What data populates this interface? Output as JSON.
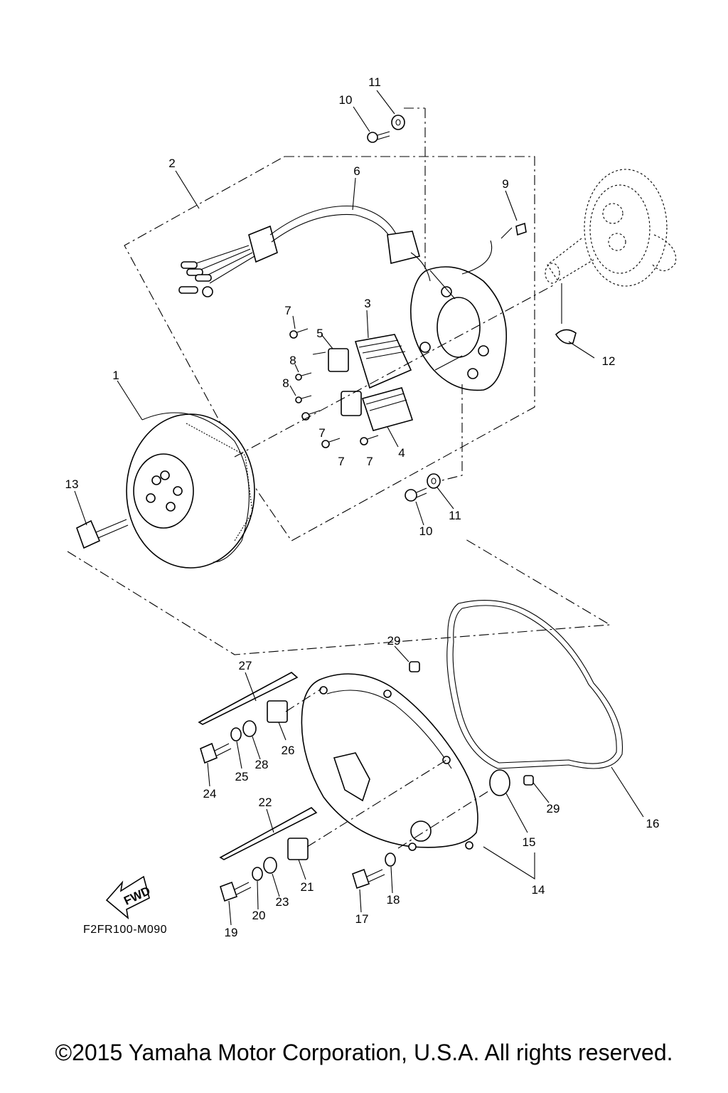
{
  "diagram": {
    "code": "F2FR100-M090",
    "fwd_label": "FWD",
    "copyright": "©2015 Yamaha Motor Corporation, U.S.A. All rights reserved.",
    "callouts": {
      "c1": "1",
      "c2": "2",
      "c3": "3",
      "c4": "4",
      "c5": "5",
      "c6": "6",
      "c7a": "7",
      "c7b": "7",
      "c7c": "7",
      "c7d": "7",
      "c8a": "8",
      "c8b": "8",
      "c9": "9",
      "c10a": "10",
      "c10b": "10",
      "c11a": "11",
      "c11b": "11",
      "c12": "12",
      "c13": "13",
      "c14": "14",
      "c15": "15",
      "c16": "16",
      "c17": "17",
      "c18": "18",
      "c19": "19",
      "c20": "20",
      "c21": "21",
      "c22": "22",
      "c23": "23",
      "c24": "24",
      "c25": "25",
      "c26": "26",
      "c27": "27",
      "c28": "28",
      "c29a": "29",
      "c29b": "29"
    }
  }
}
